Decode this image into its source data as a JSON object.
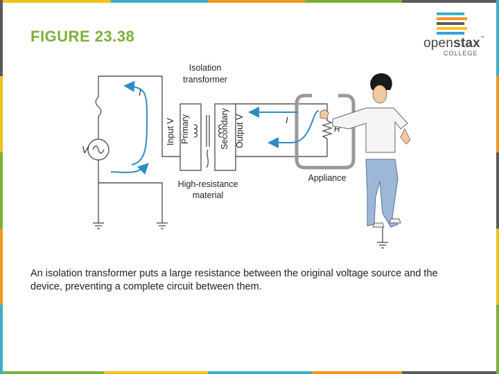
{
  "figure_title": "FIGURE 23.38",
  "logo": {
    "word_plain": "open",
    "word_bold": "stax",
    "trademark": "™",
    "subtitle": "COLLEGE"
  },
  "diagram": {
    "label_isolation_1": "Isolation",
    "label_isolation_2": "transformer",
    "label_input_v": "Input V",
    "label_primary": "Primary",
    "label_secondary": "Secondary",
    "label_output_v": "Output V",
    "label_current_left": "I",
    "label_current_right": "I",
    "label_source_v": "V",
    "label_resistor": "R",
    "label_appliance": "Appliance",
    "label_material_1": "High-resistance",
    "label_material_2": "material"
  },
  "caption": "An isolation transformer puts a large resistance between the original voltage source and the device, preventing a complete circuit between them.",
  "colors": {
    "title": "#7bb03a",
    "arrow": "#2b8cc4",
    "wire": "#555555",
    "logo_stripes": [
      "#3ab0c8",
      "#f7941d",
      "#5a5a5a",
      "#f2c318",
      "#3aa0d8"
    ]
  }
}
